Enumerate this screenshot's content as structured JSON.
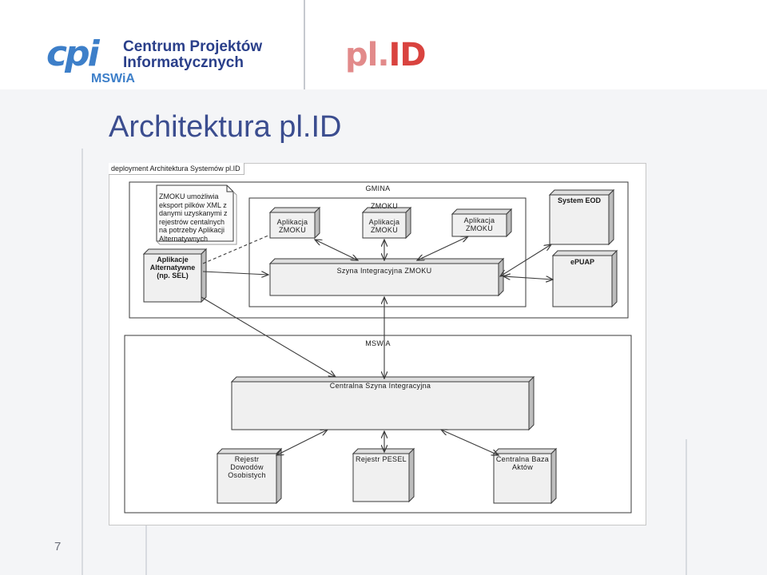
{
  "header": {
    "logo_mark": "cpi",
    "logo_line1": "Centrum Projektów",
    "logo_line2": "Informatycznych",
    "logo_line3": "MSWiA",
    "product_logo_prefix": "pl.",
    "product_logo_suffix": "ID"
  },
  "slide": {
    "title": "Architektura pl.ID",
    "page_number": "7"
  },
  "diagram": {
    "frame_label": "deployment Architektura Systemów pl.ID",
    "note": "ZMOKU umożliwia eksport pilków XML z danymi uzyskanymi z rejestrów centalnych na potrzeby Aplikacji Alternatywnych",
    "gmina_label": "GMINA",
    "zmoku_label": "ZMOKU",
    "app_left_line1": "Aplikacja",
    "app_left_line2": "ZMOKU",
    "app_mid_line1": "Aplikacja",
    "app_mid_line2": "ZMOKU",
    "app_right_line1": "Aplikacja",
    "app_right_line2": "ZMOKU",
    "system_eod": "System EOD",
    "alt_apps_line1": "Aplikacje",
    "alt_apps_line2": "Alternatywne",
    "alt_apps_line3": "(np. SEL)",
    "bus_zmoku": "Szyna Integracyjna ZMOKU",
    "epuap": "ePUAP",
    "mswia_label": "MSWiA",
    "central_bus": "Centralna Szyna Integracyjna",
    "reg_dowodow_line1": "Rejestr",
    "reg_dowodow_line2": "Dowodów",
    "reg_dowodow_line3": "Osobistych",
    "reg_pesel": "Rejestr PESEL",
    "reg_aktow_line1": "Centralna Baza",
    "reg_aktow_line2": "Aktów"
  },
  "colors": {
    "brand_blue": "#3b4d8f",
    "brand_red": "#d9433f",
    "node_fill": "#f0f0f0",
    "node_side": "#bdbdbd",
    "line": "#3a3a3a"
  }
}
